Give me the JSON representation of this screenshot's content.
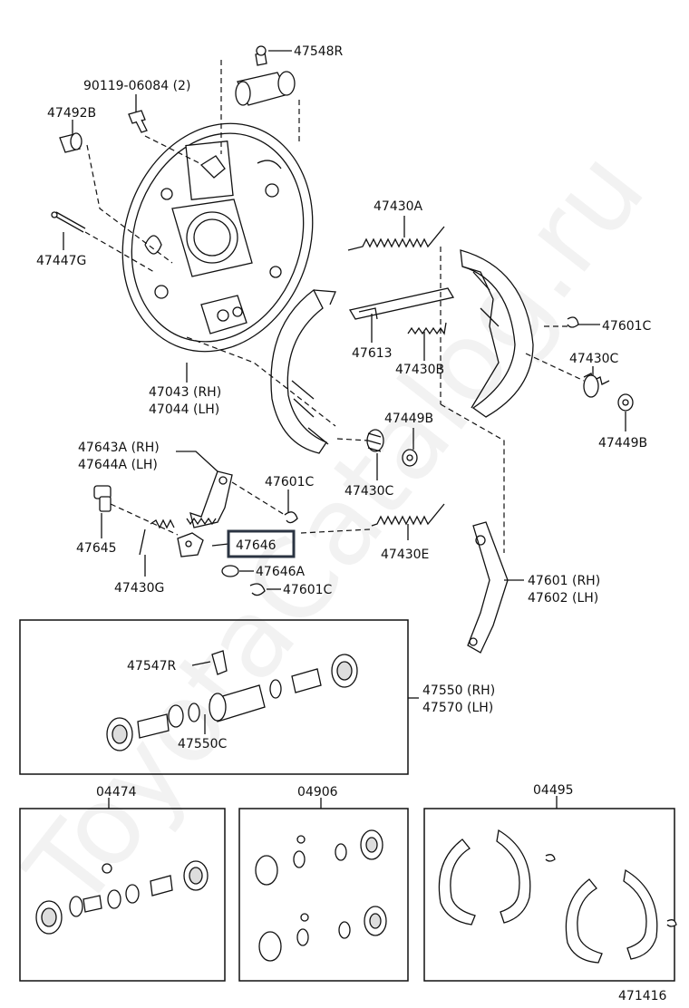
{
  "watermark": "ToyotaCatalog.ru",
  "labels": {
    "p47548R": "47548R",
    "p90119": "90119-06084 (2)",
    "p47492B": "47492B",
    "p47447G": "47447G",
    "p47043": "47043 (RH)",
    "p47044": "47044 (LH)",
    "p47430A": "47430A",
    "p47613": "47613",
    "p47430B": "47430B",
    "p47601C_a": "47601C",
    "p47430C_a": "47430C",
    "p47449B_a": "47449B",
    "p47449B_b": "47449B",
    "p47430C_b": "47430C",
    "p47643A": "47643A (RH)",
    "p47644A": "47644A (LH)",
    "p47601C_b": "47601C",
    "p47645": "47645",
    "p47646": "47646",
    "p47430G": "47430G",
    "p47646A": "47646A",
    "p47601C_c": "47601C",
    "p47430E": "47430E",
    "p47601": "47601 (RH)",
    "p47602": "47602 (LH)",
    "p47547R": "47547R",
    "p47550": "47550 (RH)",
    "p47570": "47570 (LH)",
    "p47550C": "47550C",
    "kit04474": "04474",
    "kit04906": "04906",
    "kit04495": "04495",
    "figure": "471416"
  },
  "highlight": {
    "part": "47646",
    "color": "#2b3442"
  }
}
